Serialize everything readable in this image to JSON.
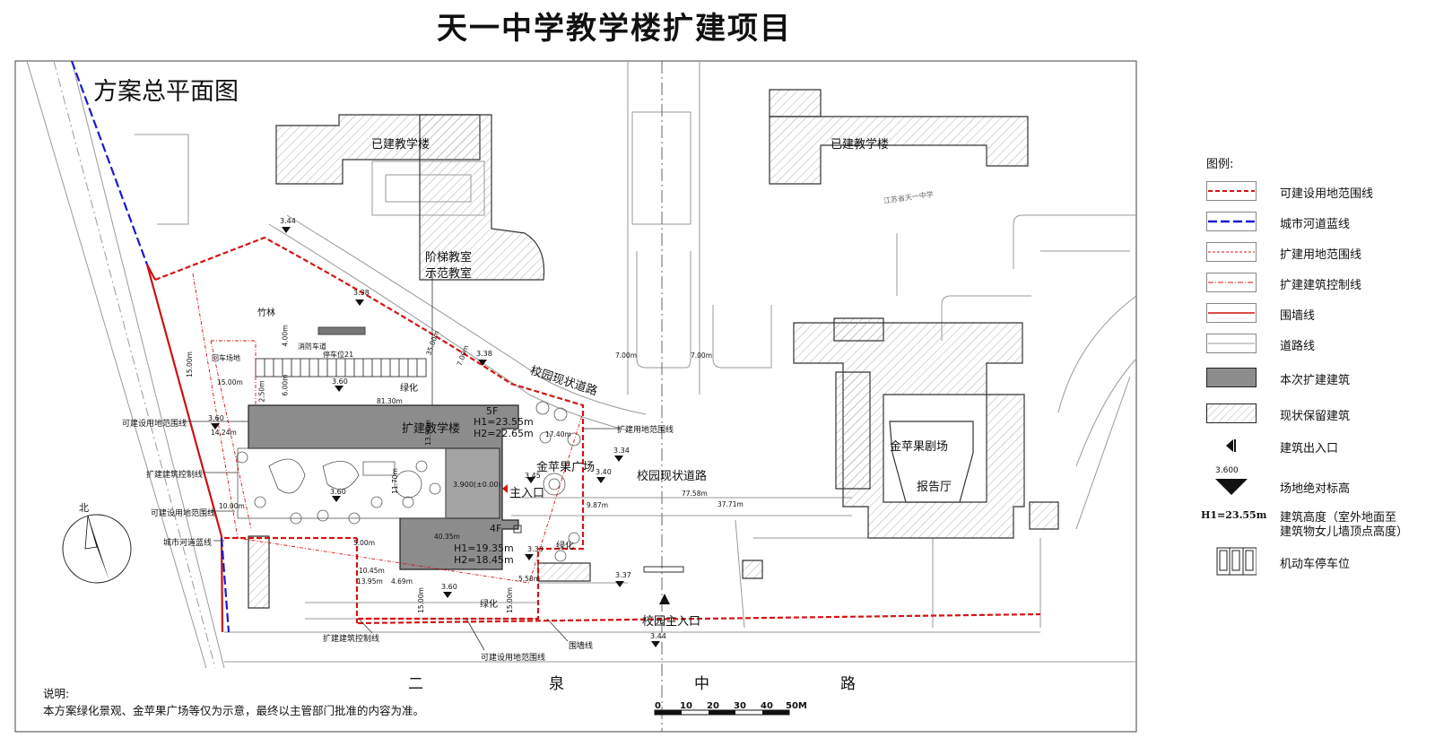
{
  "title": "天一中学教学楼扩建项目",
  "subtitle": "方案总平面图",
  "buildings": {
    "existing_left": "已建教学楼",
    "existing_right": "已建教学楼",
    "lecture_1": "阶梯教室",
    "lecture_2": "示范教室",
    "expansion": "扩建教学楼",
    "theater": "金苹果剧场",
    "hall": "报告厅",
    "school_name": "江苏省天一中学"
  },
  "expansion_info": {
    "floors_top": "5F",
    "h1_top": "H1=23.55m",
    "h2_top": "H2=22.65m",
    "floors_bottom": "4F",
    "h1_bottom": "H1=19.35m",
    "h2_bottom": "H2=18.45m",
    "level": "3.900(±0.00)"
  },
  "places": {
    "plaza": "金苹果广场",
    "main_entry": "主入口",
    "campus_road_1": "校园现状道路",
    "campus_road_2": "校园现状道路",
    "campus_gate": "校园主入口",
    "bamboo": "竹林",
    "fire_lane": "消防车道",
    "turning": "回车场地",
    "parking": "停车位21",
    "green_1": "绿化",
    "green_2": "绿化",
    "green_3": "绿化"
  },
  "callouts": {
    "c1": "可建设用地范围线",
    "c2": "扩建建筑控制线",
    "c3": "可建设用地范围线",
    "c4": "城市河道蓝线",
    "c5": "扩建用地范围线",
    "c6": "扩建建筑控制线",
    "c7": "可建设用地范围线",
    "c8": "围墙线"
  },
  "elevations": {
    "e1": "3.44",
    "e2": "3.38",
    "e3": "3.38",
    "e4": "3.60",
    "e5": "3.60",
    "e6": "3.60",
    "e7": "3.34",
    "e8": "3.45",
    "e9": "3.40",
    "e10": "3.37",
    "e11": "3.33",
    "e12": "3.60",
    "e13": "3.44"
  },
  "dimensions": {
    "d1": "81.30m",
    "d2": "13.90m",
    "d3": "17.40m",
    "d4": "14.24m",
    "d5": "10.00m",
    "d6": "9.87m",
    "d7": "77.58m",
    "d8": "37.71m",
    "d9": "40.35m",
    "d10": "5.00m",
    "d11": "10.45m",
    "d12": "13.95m",
    "d13": "4.69m",
    "d14": "5.58m",
    "d15": "15.00m",
    "d16": "15.00m",
    "d17": "7.00m",
    "d18": "7.00m",
    "d19": "15.00m",
    "d20": "15.00m",
    "d21": "6.00m",
    "d22": "4.00m",
    "d23": "35.00m",
    "d24": "7.00m",
    "d25": "2.50m",
    "d26": "11.70m"
  },
  "road": [
    "二",
    "泉",
    "中",
    "路"
  ],
  "legend": {
    "title": "图例:",
    "items": [
      {
        "label": "可建设用地范围线"
      },
      {
        "label": "城市河道蓝线"
      },
      {
        "label": "扩建用地范围线"
      },
      {
        "label": "扩建建筑控制线"
      },
      {
        "label": "围墙线"
      },
      {
        "label": "道路线"
      },
      {
        "label": "本次扩建建筑"
      },
      {
        "label": "现状保留建筑"
      },
      {
        "label": "建筑出入口"
      },
      {
        "label": "场地绝对标高",
        "sample": "3.600"
      },
      {
        "label": "建筑高度（室外地面至",
        "label2": "建筑物女儿墙顶点高度）",
        "sample": "H1=23.55m"
      },
      {
        "label": "机动车停车位"
      }
    ]
  },
  "north": "北",
  "notes": {
    "heading": "说明:",
    "text": "本方案绿化景观、金苹果广场等仅为示意，最终以主管部门批准的内容为准。"
  },
  "scale": {
    "ticks": [
      "0",
      "10",
      "20",
      "30",
      "40",
      "50M"
    ]
  },
  "colors": {
    "boundary_red": "#d41414",
    "river_blue": "#1a1acc",
    "new_building": "#8c8c8c",
    "hatch": "#888888"
  }
}
